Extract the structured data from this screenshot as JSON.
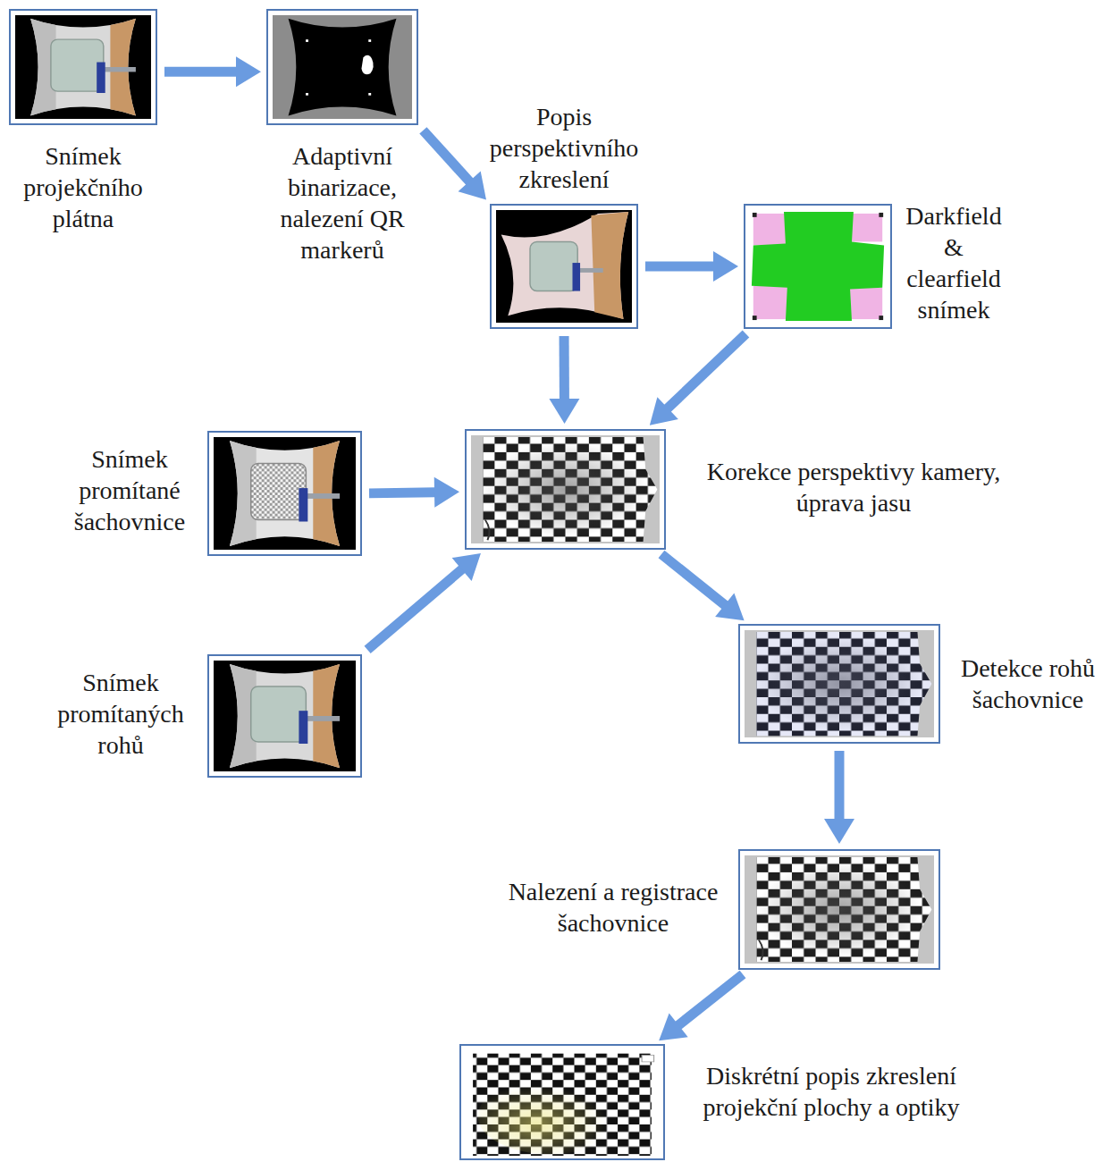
{
  "diagram": {
    "nodes": [
      {
        "text": [
          "Snímek projekčního plátna"
        ]
      },
      {
        "text": [
          "Adaptivní binarizace, nalezení QR markerů"
        ]
      },
      {
        "text": [
          "Popis perspektivního zkreslení"
        ]
      },
      {
        "text": [
          "Darkfield & clearfield snímek"
        ]
      },
      {
        "text": [
          "Snímek promítané šachovnice"
        ]
      },
      {
        "text": [
          "Korekce perspektivy kamery, úprava jasu"
        ]
      },
      {
        "text": [
          "Snímek promítaných rohů"
        ]
      },
      {
        "text": [
          "Detekce rohů šachovnice"
        ]
      },
      {
        "text": [
          "Nalezení a registrace šachovnice"
        ]
      },
      {
        "text": [
          "Diskrétní popis zkreslení projekční plochy a optiky"
        ]
      }
    ],
    "edges": [
      {
        "from": 0,
        "to": 1,
        "arrow": "to"
      },
      {
        "from": 1,
        "to": 2,
        "arrow": "to"
      },
      {
        "from": 2,
        "to": 3,
        "arrow": "to"
      },
      {
        "from": 2,
        "to": 5,
        "arrow": "to"
      },
      {
        "from": 3,
        "to": 5,
        "arrow": "to"
      },
      {
        "from": 4,
        "to": 5,
        "arrow": "to"
      },
      {
        "from": 6,
        "to": 5,
        "arrow": "to"
      },
      {
        "from": 5,
        "to": 7,
        "arrow": "to"
      },
      {
        "from": 7,
        "to": 8,
        "arrow": "to"
      },
      {
        "from": 8,
        "to": 9,
        "arrow": "to"
      }
    ]
  }
}
